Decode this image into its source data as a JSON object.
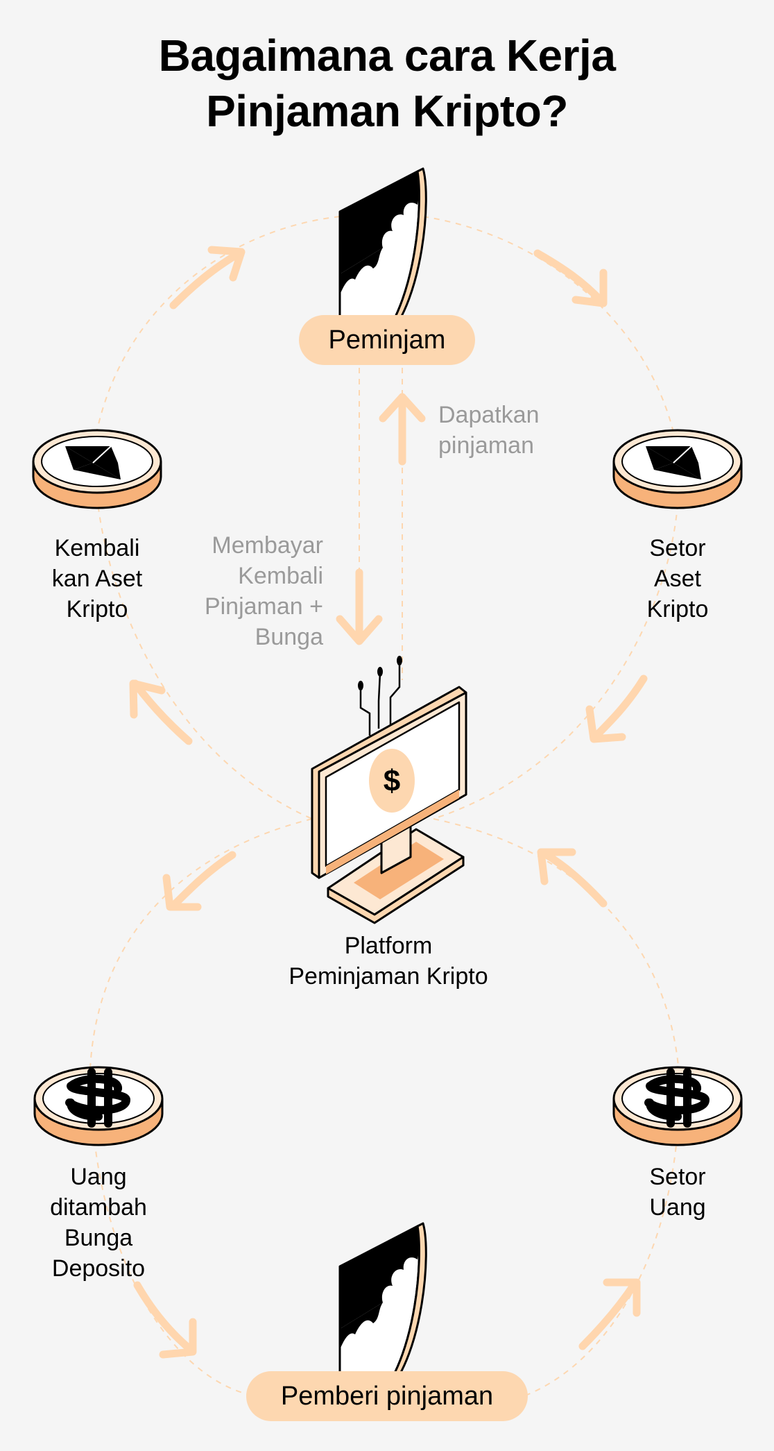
{
  "title": {
    "line1": "Bagaimana cara Kerja",
    "line2": "Pinjaman Kripto?"
  },
  "nodes": {
    "borrower": "Peminjam",
    "lender": "Pemberi pinjaman",
    "platform": {
      "line1": "Platform",
      "line2": "Peminjaman Kripto"
    }
  },
  "steps": {
    "get_loan": {
      "line1": "Dapatkan",
      "line2": "pinjaman"
    },
    "repay": {
      "line1": "Membayar",
      "line2": "Kembali",
      "line3": "Pinjaman +",
      "line4": "Bunga"
    },
    "return_asset": {
      "line1": "Kembali",
      "line2": "kan Aset",
      "line3": "Kripto"
    },
    "deposit_asset": {
      "line1": "Setor",
      "line2": "Aset",
      "line3": "Kripto"
    },
    "money_interest": {
      "line1": "Uang",
      "line2": "ditambah",
      "line3": "Bunga",
      "line4": "Deposito"
    },
    "deposit_money": {
      "line1": "Setor",
      "line2": "Uang"
    }
  },
  "icons": {
    "person": "person-icon",
    "eth_coin": "ethereum-coin-icon",
    "dollar_coin": "dollar-coin-icon",
    "monitor": "computer-monitor-icon",
    "monitor_symbol": "$"
  },
  "colors": {
    "accent": "#fdd7b0",
    "arrow": "#ffd6ae",
    "accent_dark": "#f7b27a",
    "text_gray": "#9a9a9a",
    "background": "#f5f5f5"
  }
}
